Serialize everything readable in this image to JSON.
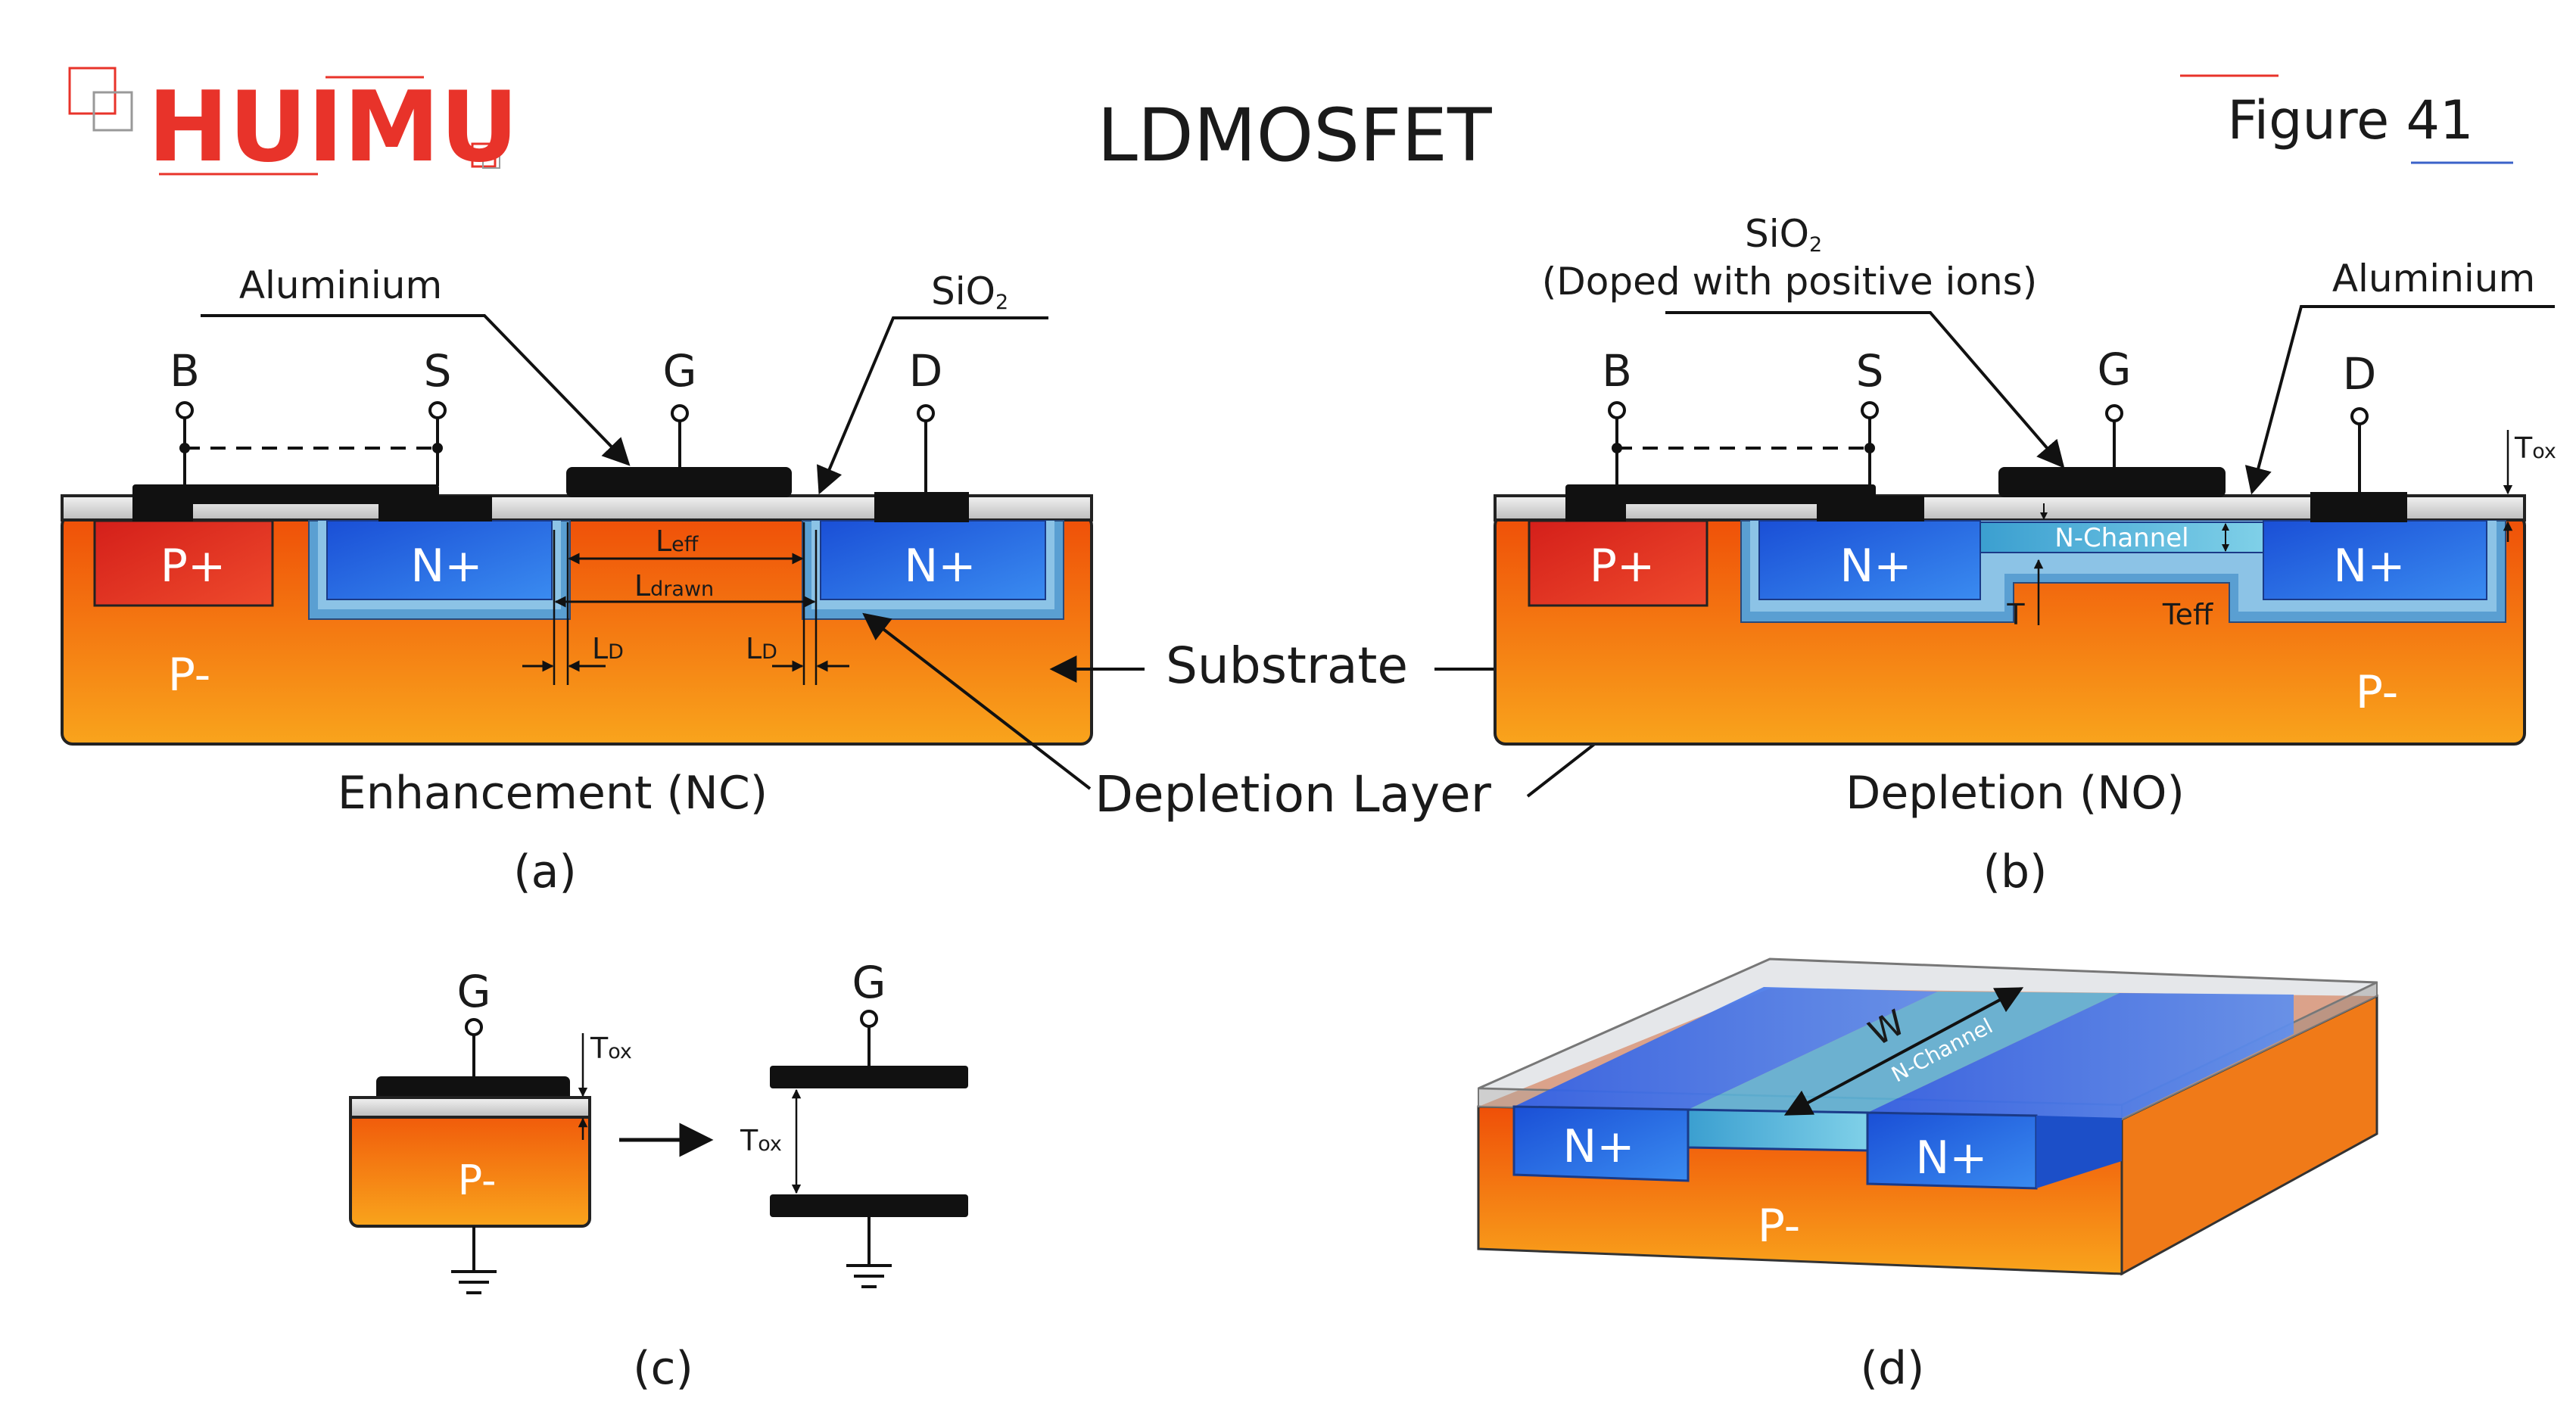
{
  "logo": {
    "text": "HUIMU"
  },
  "title": "LDMOSFET",
  "figure_label": "Figure 41",
  "colors": {
    "substrate_top": "#f0560a",
    "substrate_bottom": "#f9a21a",
    "n_plus": "#1f5fe0",
    "p_plus": "#e02b22",
    "depletion": "#5ba6d8",
    "oxide": "#d6d6d6",
    "metal": "#111111",
    "channel": "#3fa6cf",
    "logo": "#e8332a"
  },
  "panel_a": {
    "terminals": {
      "b": "B",
      "s": "S",
      "g": "G",
      "d": "D"
    },
    "label_aluminium": "Aluminium",
    "label_sio2_main": "SiO",
    "label_sio2_sub": "2",
    "region_p_plus": "P+",
    "region_n_plus_left": "N+",
    "region_n_plus_right": "N+",
    "region_p_minus": "P-",
    "dim_leff_main": "L",
    "dim_leff_sub": "eff",
    "dim_ldrawn_main": "L",
    "dim_ldrawn_sub": "drawn",
    "dim_ld_main": "L",
    "dim_ld_sub": "D",
    "caption": "Enhancement (NC)",
    "letter": "(a)"
  },
  "center": {
    "substrate": "Substrate",
    "depletion_layer": "Depletion Layer"
  },
  "panel_b": {
    "terminals": {
      "b": "B",
      "s": "S",
      "g": "G",
      "d": "D"
    },
    "label_sio2_main": "SiO",
    "label_sio2_sub": "2",
    "label_doped": "(Doped with positive ions)",
    "label_aluminium": "Aluminium",
    "label_tox_main": "T",
    "label_tox_sub": "ox",
    "region_p_plus": "P+",
    "region_n_plus_left": "N+",
    "region_n_plus_right": "N+",
    "region_p_minus": "P-",
    "channel_label": "N-Channel",
    "label_t": "T",
    "label_teff": "Teff",
    "caption": "Depletion (NO)",
    "letter": "(b)"
  },
  "panel_c": {
    "gate_terminal": "G",
    "cap_gate_terminal": "G",
    "label_tox_main": "T",
    "label_tox_sub": "ox",
    "cap_tox_main": "T",
    "cap_tox_sub": "ox",
    "region_p_minus": "P-",
    "letter": "(c)"
  },
  "panel_d": {
    "label_w": "W",
    "channel_label": "N-Channel",
    "region_n_plus_left": "N+",
    "region_n_plus_right": "N+",
    "region_p_minus": "P-",
    "letter": "(d)"
  }
}
